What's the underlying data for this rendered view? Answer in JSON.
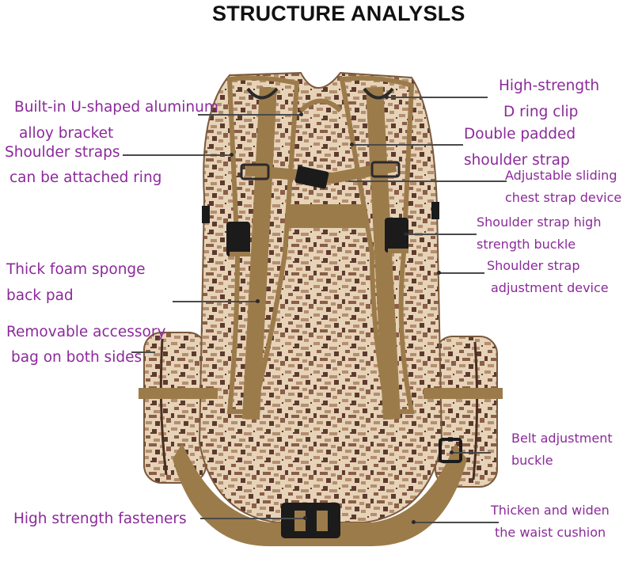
{
  "title": "STRUCTURE ANALYSLS",
  "colors": {
    "label_text": "#8b2a9a",
    "title_text": "#111111",
    "leader_line": "#4a4a4a",
    "strap": "#9c7b4b",
    "camo_light": "#e6d3b8",
    "camo_mid": "#b48e70",
    "camo_dark": "#5e3a2e",
    "buckle": "#1b1b1b"
  },
  "diagram": {
    "subject": "Camouflage tactical backpack (rear view)",
    "labels_left": [
      {
        "id": "u-bracket",
        "lines": [
          "Built-in U-shaped aluminum",
          "alloy bracket"
        ]
      },
      {
        "id": "shoulder-ring",
        "lines": [
          "Shoulder straps",
          "can be attached ring"
        ]
      },
      {
        "id": "back-pad",
        "lines": [
          "Thick foam sponge",
          "back pad"
        ]
      },
      {
        "id": "accessory-bag",
        "lines": [
          "Removable accessory",
          "bag on both sides"
        ]
      },
      {
        "id": "fasteners",
        "lines": [
          "High strength fasteners"
        ]
      }
    ],
    "labels_right": [
      {
        "id": "d-ring",
        "lines": [
          "High-strength",
          "D ring clip"
        ]
      },
      {
        "id": "padded-strap",
        "lines": [
          "Double padded",
          "shoulder strap"
        ]
      },
      {
        "id": "chest-strap",
        "lines": [
          "Adjustable sliding",
          "chest strap device"
        ]
      },
      {
        "id": "strap-buckle",
        "lines": [
          "Shoulder strap high",
          "strength buckle"
        ]
      },
      {
        "id": "strap-adjust",
        "lines": [
          "Shoulder strap",
          "adjustment device"
        ]
      },
      {
        "id": "belt-buckle",
        "lines": [
          "Belt adjustment",
          "buckle"
        ]
      },
      {
        "id": "waist-cushion",
        "lines": [
          "Thicken and widen",
          "the waist cushion"
        ]
      }
    ]
  }
}
